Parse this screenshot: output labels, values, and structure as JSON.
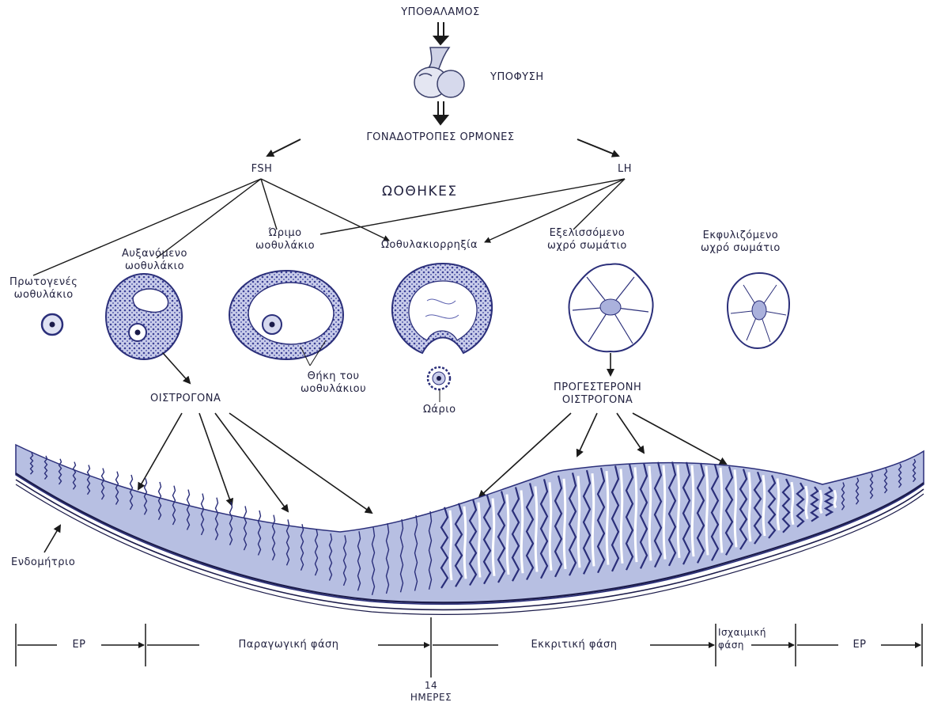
{
  "colors": {
    "ink": "#1b1b4a",
    "tissue": "#b7bfe2",
    "tissue_dark": "#3a3f9a",
    "line": "#222222",
    "background": "#ffffff"
  },
  "brain": {
    "hypothalamus": "ΥΠΟΘΑΛΑΜΟΣ",
    "pituitary": "ΥΠΟΦΥΣΗ",
    "gonadotropins": "ΓΟΝΑΔΟΤΡΟΠΕΣ ΟΡΜΟΝΕΣ",
    "fsh": "FSH",
    "lh": "LH",
    "ovaries": "ΩΟΘΗΚΕΣ"
  },
  "follicles": {
    "primordial": "Πρωτογενές\nωοθυλάκιο",
    "growing": "Αυξανόμενο\nωοθυλάκιο",
    "mature": "Ώριμο\nωοθυλάκιο",
    "ovulation": "Ωοθυλακιορρηξία",
    "developing_cl": "Εξελισσόμενο\nωχρό σωμάτιο",
    "regressing_cl": "Εκφυλιζόμενο\nωχρό σωμάτιο",
    "theca": "Θήκη του\nωοθυλάκιου",
    "ovum": "Ωάριο"
  },
  "hormones": {
    "estrogens": "ΟΙΣΤΡΟΓΟΝΑ",
    "progesterone": "ΠΡΟΓΕΣΤΕΡΟΝΗ\nΟΙΣΤΡΟΓΟΝΑ"
  },
  "endometrium": "Ενδομήτριο",
  "timeline": {
    "phases": [
      {
        "label": "ΕΡ"
      },
      {
        "label": "Παραγωγική φάση"
      },
      {
        "label": "Εκκριτική φάση"
      },
      {
        "label": "Ισχαιμική\nφάση"
      },
      {
        "label": "ΕΡ"
      }
    ],
    "day_number": "14",
    "day_unit": "ΗΜΕΡΕΣ"
  }
}
